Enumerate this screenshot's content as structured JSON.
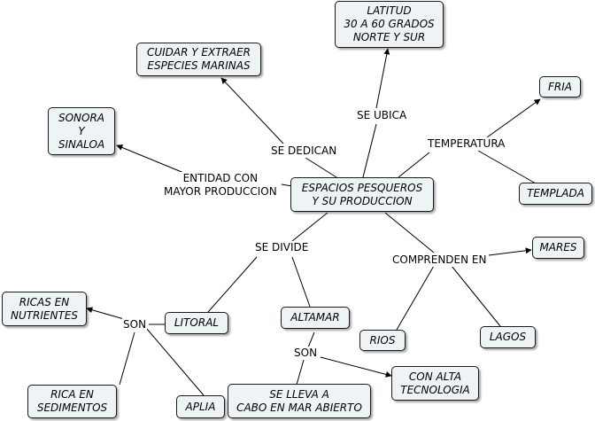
{
  "nodes": {
    "center": "ESPACIOS PESQUEROS\nY SU PRODUCCION",
    "latitud": "LATITUD\n30 A 60 GRADOS\nNORTE Y SUR",
    "cuidar": "CUIDAR Y EXTRAER\nESPECIES MARINAS",
    "sonora": "SONORA\nY\nSINALOA",
    "fria": "FRIA",
    "templada": "TEMPLADA",
    "mares": "MARES",
    "rios": "RIOS",
    "lagos": "LAGOS",
    "litoral": "LITORAL",
    "altamar": "ALTAMAR",
    "ricas_nutrientes": "RICAS EN\nNUTRIENTES",
    "rica_sedimentos": "RICA EN\nSEDIMENTOS",
    "aplia": "APLIA",
    "se_lleva": "SE LLEVA A\nCABO EN MAR ABIERTO",
    "alta_tecnologia": "CON ALTA\nTECNOLOGIA"
  },
  "links": {
    "se_ubica": "SE UBICA",
    "se_dedican": "SE DEDICAN",
    "entidad": "ENTIDAD CON\nMAYOR PRODUCCION",
    "temperatura": "TEMPERATURA",
    "se_divide": "SE DIVIDE",
    "comprenden": "COMPRENDEN EN",
    "son_litoral": "SON",
    "son_altamar": "SON"
  },
  "colors": {
    "node_fill": "#eef3f6",
    "line": "#000000"
  }
}
